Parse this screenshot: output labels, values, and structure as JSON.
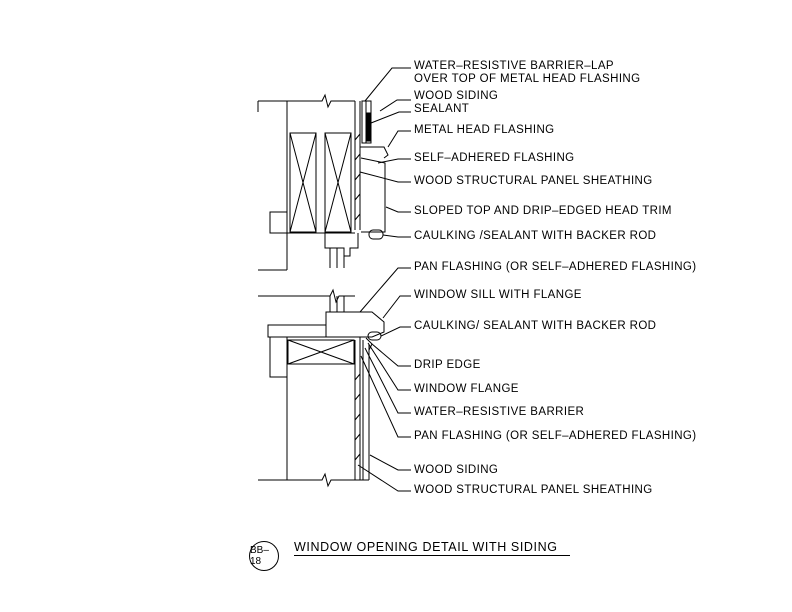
{
  "labels": [
    "WATER–RESISTIVE BARRIER–LAP",
    "OVER TOP OF METAL HEAD FLASHING",
    "WOOD SIDING",
    "SEALANT",
    "METAL HEAD FLASHING",
    "SELF–ADHERED FLASHING",
    "WOOD STRUCTURAL PANEL SHEATHING",
    "SLOPED TOP AND DRIP–EDGED HEAD TRIM",
    "CAULKING /SEALANT WITH BACKER ROD",
    "PAN FLASHING (OR SELF–ADHERED FLASHING)",
    "WINDOW SILL WITH FLANGE",
    "CAULKING/ SEALANT WITH BACKER ROD",
    "DRIP EDGE",
    "WINDOW FLANGE",
    "WATER–RESISTIVE BARRIER",
    "PAN FLASHING (OR SELF–ADHERED FLASHING)",
    "WOOD SIDING",
    "WOOD STRUCTURAL PANEL SHEATHING"
  ],
  "detail": {
    "id": "BB–18",
    "title": "WINDOW OPENING DETAIL WITH SIDING"
  }
}
